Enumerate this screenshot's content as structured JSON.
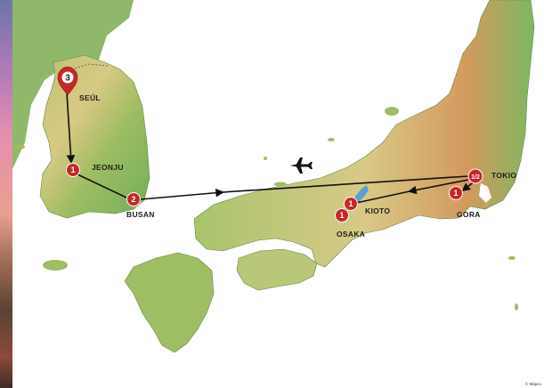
{
  "map": {
    "copyright": "© Mapco",
    "colors": {
      "sea": "#ffffff",
      "land_low": "#6fae5a",
      "land_mid": "#d9cf8a",
      "land_high": "#d39a5e",
      "route": "#111111",
      "marker": "#c62828"
    }
  },
  "cities": [
    {
      "id": "seul",
      "label": "SEÚL",
      "nights": "3",
      "marker": "pin"
    },
    {
      "id": "jeonju",
      "label": "JEONJU",
      "nights": "1",
      "marker": "circle"
    },
    {
      "id": "busan",
      "label": "BUSAN",
      "nights": "2",
      "marker": "circle"
    },
    {
      "id": "kioto",
      "label": "KIOTO",
      "nights": "1",
      "marker": "circle"
    },
    {
      "id": "osaka",
      "label": "OSAKA",
      "nights": "1",
      "marker": "circle"
    },
    {
      "id": "tokio",
      "label": "TOKIO",
      "nights": "1/2",
      "marker": "circle"
    },
    {
      "id": "gora",
      "label": "GORA",
      "nights": "1",
      "marker": "circle"
    }
  ],
  "route": {
    "stops": [
      "seul",
      "jeonju",
      "busan",
      "tokio",
      "gora",
      "kioto",
      "osaka"
    ],
    "flight_icon": "airplane-icon"
  }
}
